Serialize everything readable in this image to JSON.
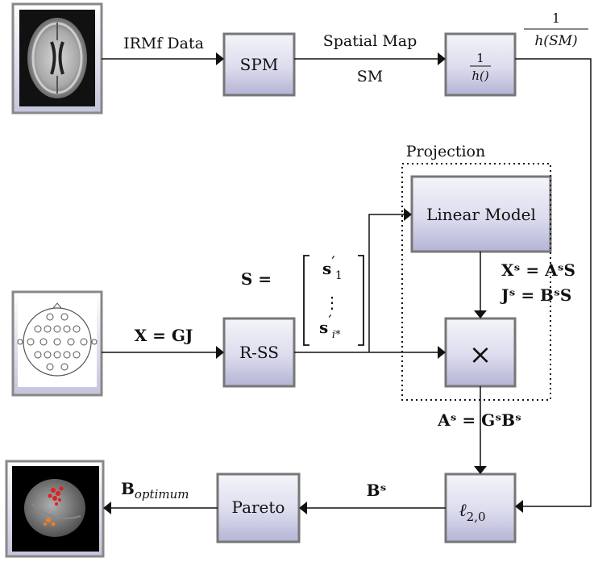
{
  "nodes": {
    "spm": "SPM",
    "inv_h": {
      "num": "1",
      "den": "h()"
    },
    "linear_model": "Linear Model",
    "rss": "R-SS",
    "times": "×",
    "l20": {
      "base": "ℓ",
      "sub": "2,0"
    },
    "pareto": "Pareto"
  },
  "group": {
    "projection": "Projection"
  },
  "edges": {
    "irmf": "IRMf Data",
    "spatial_map": "Spatial Map",
    "sm": "SM",
    "inv_h_out": {
      "num": "1",
      "den": "h(SM)"
    },
    "x_eq": "X = GJ",
    "s_eq": "S =",
    "s_vec": {
      "s1": "s",
      "s1_sup": "′",
      "s1_sub": "1",
      "dots": "⋮",
      "si": "s",
      "si_sup": "′",
      "si_sub": "i*"
    },
    "xs_eq": "Xˢ = AˢS",
    "js_eq": "Jˢ = BˢS",
    "as_eq": "Aˢ = GˢBˢ",
    "bs": "Bˢ",
    "b_opt": {
      "base": "B",
      "sub": "optimum"
    }
  },
  "images": [
    "brain-mri-axial",
    "eeg-electrode-map",
    "brain-activation-3d"
  ],
  "colors": {
    "box_top": "#f2f2f8",
    "box_bottom": "#b8b8d8",
    "border": "#777777",
    "line": "#111111"
  }
}
